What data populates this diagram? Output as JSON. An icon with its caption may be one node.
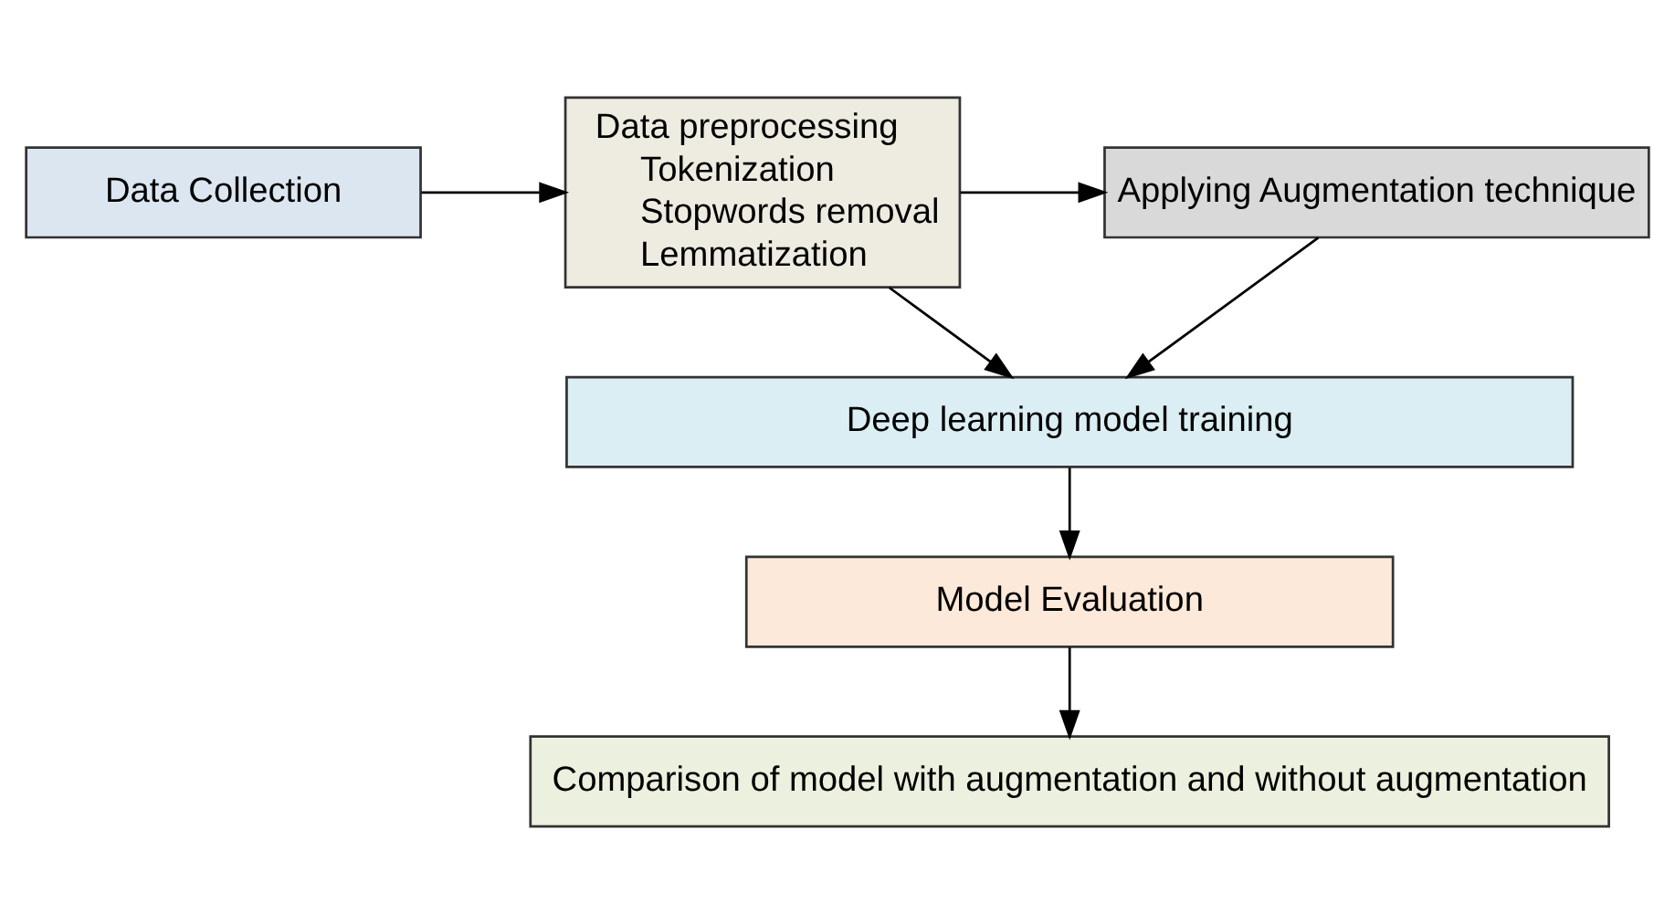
{
  "diagram": {
    "nodes": [
      {
        "text": [
          "Data Collection"
        ]
      },
      {
        "text": [
          "Data preprocessing",
          "Tokenization",
          "Stopwords removal",
          "Lemmatization"
        ]
      },
      {
        "text": [
          "Applying Augmentation technique"
        ]
      },
      {
        "text": [
          "Deep learning model training"
        ]
      },
      {
        "text": [
          "Model Evaluation"
        ]
      },
      {
        "text": [
          "Comparison of model with augmentation and without augmentation"
        ]
      }
    ],
    "edges": [
      {
        "from": 0,
        "to": 1,
        "arrow": "to"
      },
      {
        "from": 1,
        "to": 2,
        "arrow": "to"
      },
      {
        "from": 1,
        "to": 3,
        "arrow": "to"
      },
      {
        "from": 2,
        "to": 3,
        "arrow": "to"
      },
      {
        "from": 3,
        "to": 4,
        "arrow": "to"
      },
      {
        "from": 4,
        "to": 5,
        "arrow": "to"
      }
    ]
  }
}
